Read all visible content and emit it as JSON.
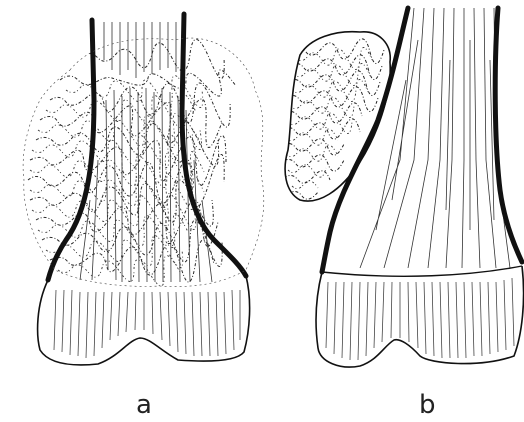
{
  "figure": {
    "panels": [
      {
        "id": "a",
        "label": "a"
      },
      {
        "id": "b",
        "label": "b"
      }
    ]
  },
  "colors": {
    "ink": "#1a1a1a",
    "paper": "#ffffff"
  }
}
